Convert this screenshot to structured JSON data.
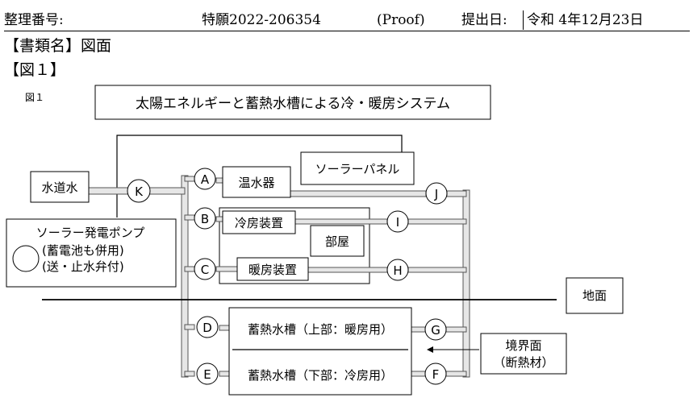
{
  "header": {
    "label_number": "整理番号:",
    "application_number": "特願2022-206354",
    "proof_tag": "(Proof)",
    "filing_date_label": "提出日:",
    "filing_date_value": "令和 4年12月23日"
  },
  "document": {
    "document_name": "【書類名】図面",
    "figure_heading": "【図１】",
    "figure_label": "図１"
  },
  "diagram": {
    "title": "太陽エネルギーと蓄熱水槽による冷・暖房システム",
    "boxes": {
      "water_supply": "水道水",
      "solar_panel": "ソーラーパネル",
      "water_heater": "温水器",
      "cooling_unit": "冷房装置",
      "heating_unit": "暖房装置",
      "room": "部屋",
      "ground": "地面",
      "tank_upper": "蓄熱水槽（上部：暖房用）",
      "tank_lower": "蓄熱水槽（下部：冷房用）",
      "pump_line1": "ソーラー発電ポンプ",
      "pump_line2": "(蓄電池も併用)",
      "pump_line3": "(送・止水弁付)",
      "boundary_line1": "境界面",
      "boundary_line2": "（断熱材）"
    },
    "nodes": {
      "A": "A",
      "B": "B",
      "C": "C",
      "D": "D",
      "E": "E",
      "F": "F",
      "G": "G",
      "H": "H",
      "I": "I",
      "J": "J",
      "K": "K"
    }
  }
}
